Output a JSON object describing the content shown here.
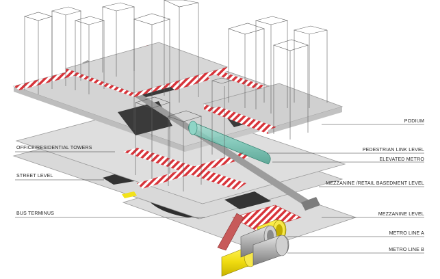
{
  "labels": {
    "podium": "PODIUM",
    "pedestrian_link_level": "PEDESTRIAN LINK LEVEL",
    "elevated_metro": "ELEVATED METRO",
    "office_residential_towers": "OFFICE/RESIDENTIAL TOWERS",
    "street_level": "STREET LEVEL",
    "mezzanine_retail_basement_level": "MEZZANINE /RETAIL BASEDMENT LEVEL",
    "bus_terminus": "BUS TERMINUS",
    "mezzanine_level": "MEZZANINE LEVEL",
    "metro_line_a": "METRO LINE A",
    "metro_line_b": "METRO LINE B"
  },
  "colors": {
    "slab": "#d6d6d6",
    "slab_edge": "#9a9a9a",
    "hatch_red": "#d8343a",
    "dark_void": "#3a3a3a",
    "elevated_metro": "#6fc4b2",
    "metro_line_a": "#f2e21a",
    "metro_line_b": "#b9b9b9"
  }
}
